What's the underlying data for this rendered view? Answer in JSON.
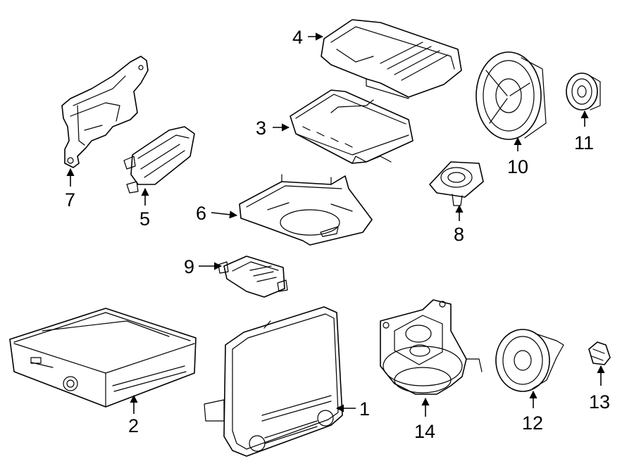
{
  "colors": {
    "line": "#000000",
    "background": "#ffffff"
  },
  "callouts": [
    {
      "id": "1",
      "label": "1",
      "part": "head-unit-faceplate"
    },
    {
      "id": "2",
      "label": "2",
      "part": "radio-receiver"
    },
    {
      "id": "3",
      "label": "3",
      "part": "control-module"
    },
    {
      "id": "4",
      "label": "4",
      "part": "amplifier-module"
    },
    {
      "id": "5",
      "label": "5",
      "part": "small-module"
    },
    {
      "id": "6",
      "label": "6",
      "part": "mounting-bracket-tray"
    },
    {
      "id": "7",
      "label": "7",
      "part": "mounting-bracket"
    },
    {
      "id": "8",
      "label": "8",
      "part": "tweeter-speaker"
    },
    {
      "id": "9",
      "label": "9",
      "part": "antenna-module"
    },
    {
      "id": "10",
      "label": "10",
      "part": "door-speaker"
    },
    {
      "id": "11",
      "label": "11",
      "part": "small-speaker"
    },
    {
      "id": "12",
      "label": "12",
      "part": "rear-speaker"
    },
    {
      "id": "13",
      "label": "13",
      "part": "connector"
    },
    {
      "id": "14",
      "label": "14",
      "part": "subwoofer-speaker"
    }
  ]
}
